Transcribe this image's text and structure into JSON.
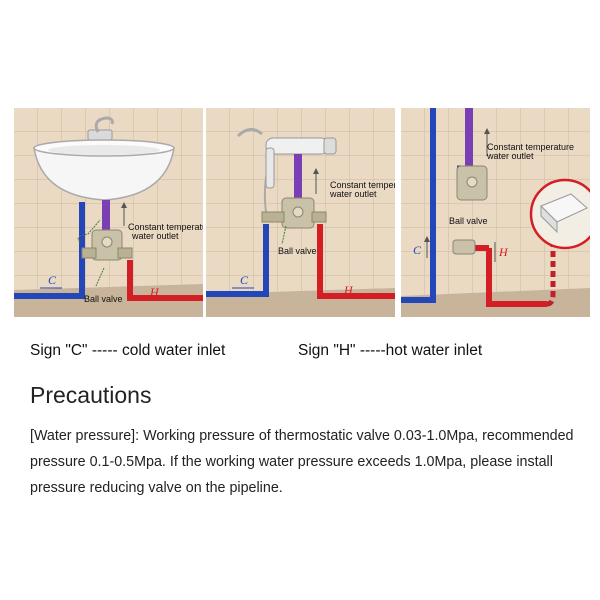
{
  "panels": [
    {
      "labels": {
        "outlet_line1": "Constant temperature",
        "outlet_line2": "water outlet",
        "ball_valve": "Ball valve",
        "c": "C",
        "h": "H"
      }
    },
    {
      "labels": {
        "outlet_line1": "Constant temperature",
        "outlet_line2": "water outlet",
        "ball_valve": "Ball valve",
        "c": "C",
        "h": "H"
      }
    },
    {
      "labels": {
        "outlet_line1": "Constant temperature",
        "outlet_line2": "water outlet",
        "ball_valve": "Ball valve",
        "c": "C",
        "h": "H"
      }
    }
  ],
  "legend": {
    "c": "Sign \"C\" ----- cold water inlet",
    "h": "Sign \"H\" -----hot water inlet"
  },
  "precautions": {
    "title": "Precautions",
    "text": "[Water pressure]: Working pressure of thermostatic valve 0.03-1.0Mpa, recommended pressure 0.1-0.5Mpa. If the working water pressure exceeds 1.0Mpa, please install pressure reducing valve on the pipeline."
  },
  "colors": {
    "cold_pipe": "#2346b8",
    "hot_pipe": "#d41e26",
    "outlet_pipe": "#7a3fb5",
    "tile_wall": "#ead9c3",
    "floor": "#c8b49a",
    "valve_metal": "#c9c2a8"
  }
}
